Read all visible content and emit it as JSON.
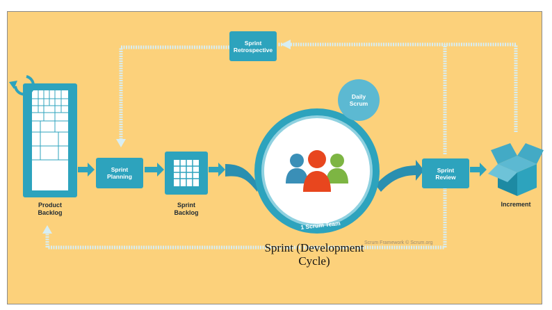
{
  "labels": {
    "product_backlog": "Product\nBacklog",
    "sprint_planning": "Sprint\nPlanning",
    "sprint_backlog": "Sprint\nBacklog",
    "sprint_review": "Sprint\nReview",
    "sprint_retrospective": "Sprint\nRetrospective",
    "daily_scrum": "Daily\nScrum",
    "increment": "Increment",
    "scrum_team": "1 Scrum Team"
  },
  "caption": "Sprint (Development Cycle)",
  "credit": "Scrum Framework © Scrum.org",
  "colors": {
    "background": "#fcd17b",
    "box": "#2da3bd",
    "box_dark": "#1d8aa3",
    "light_flow": "#d7eef4",
    "people_blue": "#3a8fb7",
    "people_red": "#e8461e",
    "people_green": "#7db543"
  },
  "icons": [
    "refresh-cycle-icon",
    "team-people-icon",
    "increment-box-icon"
  ]
}
